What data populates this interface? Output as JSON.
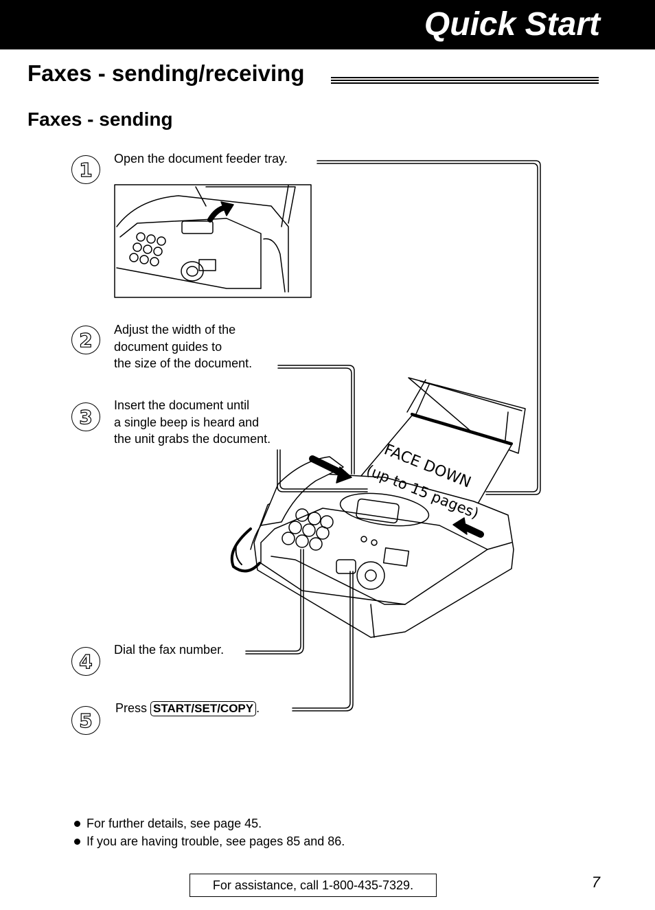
{
  "header": {
    "banner_title": "Quick Start"
  },
  "section": {
    "title": "Faxes - sending/receiving",
    "subtitle": "Faxes - sending"
  },
  "steps": [
    {
      "num": "1",
      "text": "Open the document feeder tray."
    },
    {
      "num": "2",
      "lines": [
        "Adjust the width of the",
        "document guides to",
        "the size of the document."
      ]
    },
    {
      "num": "3",
      "lines": [
        "Insert the document until",
        "a single beep is heard and",
        "the unit grabs the document."
      ]
    },
    {
      "num": "4",
      "text": "Dial the fax number."
    },
    {
      "num": "5",
      "prefix": "Press ",
      "key": "START/SET/COPY",
      "suffix": "."
    }
  ],
  "illustration": {
    "paper_label_line1": "FACE DOWN",
    "paper_label_line2": "(up to 15 pages)"
  },
  "notes": [
    "For further details, see page 45.",
    "If you are having trouble, see pages 85 and 86."
  ],
  "footer": {
    "assistance": "For assistance, call 1-800-435-7329.",
    "page_number": "7"
  }
}
